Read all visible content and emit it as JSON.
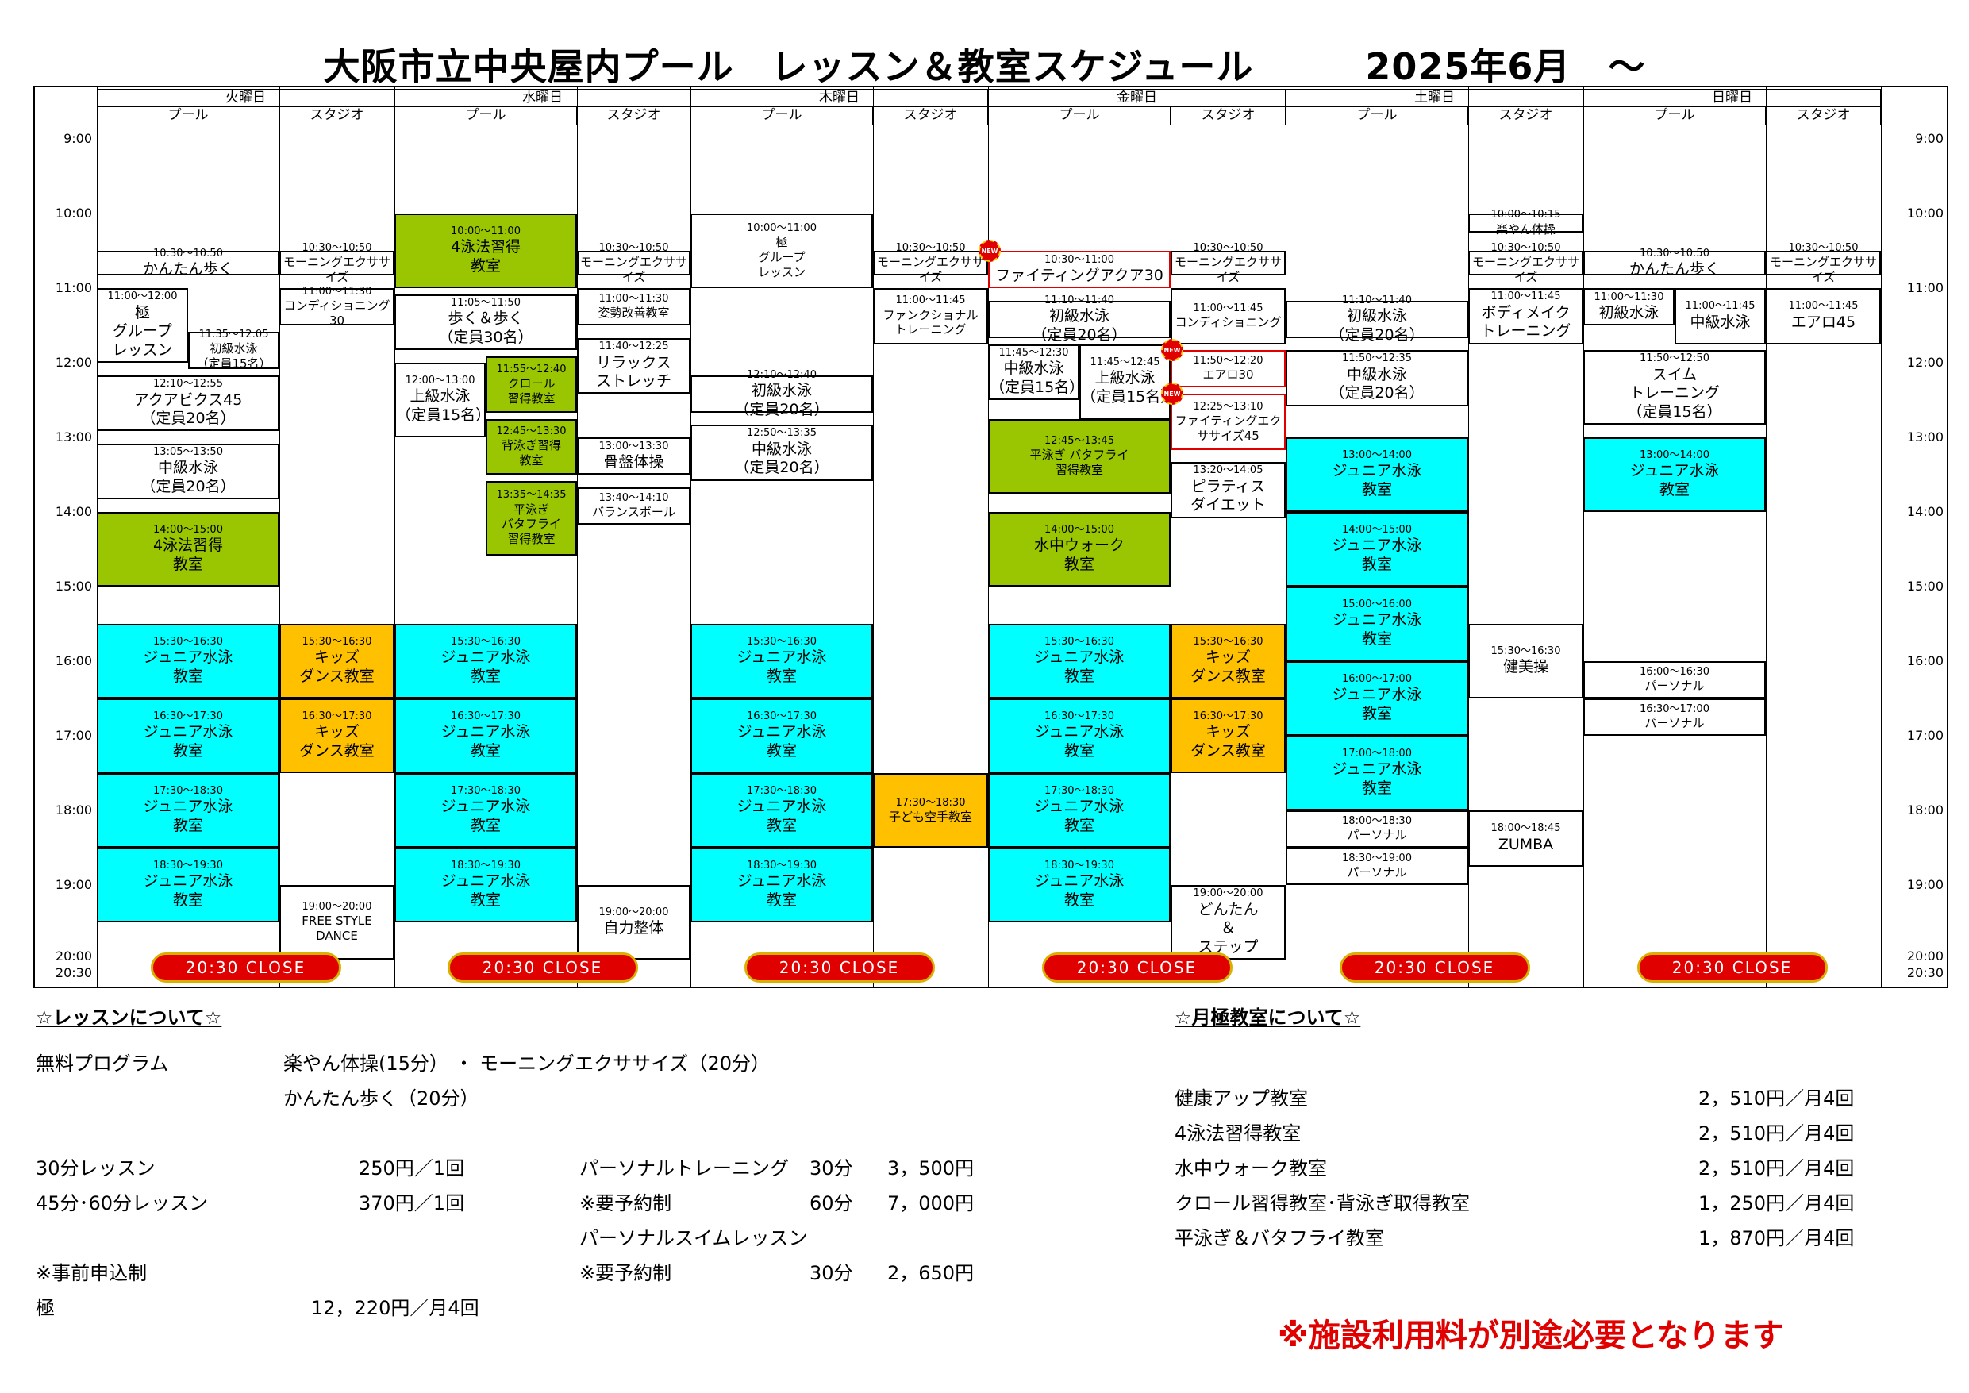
{
  "title": "大阪市立中央屋内プール　レッスン＆教室スケジュール　　　2025年6月　～",
  "days": [
    "火曜日",
    "水曜日",
    "木曜日",
    "金曜日",
    "土曜日",
    "日曜日"
  ],
  "sub": {
    "pool": "プール",
    "studio": "スタジオ"
  },
  "times": [
    "9:00",
    "10:00",
    "11:00",
    "12:00",
    "13:00",
    "14:00",
    "15:00",
    "16:00",
    "17:00",
    "18:00",
    "19:00",
    "20:00",
    "20:30"
  ],
  "close_label": "20:30  CLOSE",
  "new_label": "NEW",
  "colors": {
    "green": "#99c600",
    "cyan": "#00ffff",
    "orange": "#ffc000",
    "red": "#e00000"
  },
  "events": [
    {
      "c": 0,
      "t": "10:30〜10:50",
      "n": "かんたん歩く",
      "s": 10.5,
      "e": 10.83
    },
    {
      "c": 0,
      "t": "11:00〜12:00",
      "n": "極\nグループ\nレッスン",
      "s": 11.0,
      "e": 12.0,
      "sp": "l"
    },
    {
      "c": 0,
      "t": "11:35〜12:05",
      "n": "初級水泳\n（定員15名）",
      "s": 11.58,
      "e": 12.08,
      "sp": "r",
      "small": true
    },
    {
      "c": 0,
      "t": "12:10〜12:55",
      "n": "アクアビクス45\n（定員20名）",
      "s": 12.17,
      "e": 12.92
    },
    {
      "c": 0,
      "t": "13:05〜13:50",
      "n": "中級水泳\n（定員20名）",
      "s": 13.08,
      "e": 13.83
    },
    {
      "c": 0,
      "t": "14:00〜15:00",
      "n": "4泳法習得\n教室",
      "s": 14.0,
      "e": 15.0,
      "col": "green"
    },
    {
      "c": 0,
      "t": "15:30〜16:30",
      "n": "ジュニア水泳\n教室",
      "s": 15.5,
      "e": 16.5,
      "col": "cyan"
    },
    {
      "c": 0,
      "t": "16:30〜17:30",
      "n": "ジュニア水泳\n教室",
      "s": 16.5,
      "e": 17.5,
      "col": "cyan"
    },
    {
      "c": 0,
      "t": "17:30〜18:30",
      "n": "ジュニア水泳\n教室",
      "s": 17.5,
      "e": 18.5,
      "col": "cyan"
    },
    {
      "c": 0,
      "t": "18:30〜19:30",
      "n": "ジュニア水泳\n教室",
      "s": 18.5,
      "e": 19.5,
      "col": "cyan"
    },
    {
      "c": 1,
      "t": "10:30〜10:50",
      "n": "モーニングエクササイズ",
      "s": 10.5,
      "e": 10.83,
      "small": true
    },
    {
      "c": 1,
      "t": "11:00〜11:30",
      "n": "コンディショニング30",
      "s": 11.0,
      "e": 11.5,
      "small": true
    },
    {
      "c": 1,
      "t": "15:30〜16:30",
      "n": "キッズ\nダンス教室",
      "s": 15.5,
      "e": 16.5,
      "col": "orange"
    },
    {
      "c": 1,
      "t": "16:30〜17:30",
      "n": "キッズ\nダンス教室",
      "s": 16.5,
      "e": 17.5,
      "col": "orange"
    },
    {
      "c": 1,
      "t": "19:00〜20:00",
      "n": "FREE STYLE\nDANCE",
      "s": 19.0,
      "e": 20.0,
      "small": true
    },
    {
      "c": 2,
      "t": "10:00〜11:00",
      "n": "4泳法習得\n教室",
      "s": 10.0,
      "e": 11.0,
      "col": "green"
    },
    {
      "c": 2,
      "t": "11:05〜11:50",
      "n": "歩く＆歩く\n（定員30名）",
      "s": 11.08,
      "e": 11.83
    },
    {
      "c": 2,
      "t": "12:00〜13:00",
      "n": "上級水泳\n（定員15名）",
      "s": 12.0,
      "e": 13.0,
      "sp": "l"
    },
    {
      "c": 2,
      "t": "11:55〜12:40",
      "n": "クロール\n習得教室",
      "s": 11.92,
      "e": 12.67,
      "sp": "r",
      "col": "green",
      "small": true
    },
    {
      "c": 2,
      "t": "12:45〜13:30",
      "n": "背泳ぎ習得\n教室",
      "s": 12.75,
      "e": 13.5,
      "sp": "r",
      "col": "green",
      "small": true
    },
    {
      "c": 2,
      "t": "13:35〜14:35",
      "n": "平泳ぎ\nバタフライ\n習得教室",
      "s": 13.58,
      "e": 14.58,
      "sp": "r",
      "col": "green",
      "small": true
    },
    {
      "c": 2,
      "t": "15:30〜16:30",
      "n": "ジュニア水泳\n教室",
      "s": 15.5,
      "e": 16.5,
      "col": "cyan"
    },
    {
      "c": 2,
      "t": "16:30〜17:30",
      "n": "ジュニア水泳\n教室",
      "s": 16.5,
      "e": 17.5,
      "col": "cyan"
    },
    {
      "c": 2,
      "t": "17:30〜18:30",
      "n": "ジュニア水泳\n教室",
      "s": 17.5,
      "e": 18.5,
      "col": "cyan"
    },
    {
      "c": 2,
      "t": "18:30〜19:30",
      "n": "ジュニア水泳\n教室",
      "s": 18.5,
      "e": 19.5,
      "col": "cyan"
    },
    {
      "c": 3,
      "t": "10:30〜10:50",
      "n": "モーニングエクササイズ",
      "s": 10.5,
      "e": 10.83,
      "small": true
    },
    {
      "c": 3,
      "t": "11:00〜11:30",
      "n": "姿勢改善教室",
      "s": 11.0,
      "e": 11.5,
      "small": true
    },
    {
      "c": 3,
      "t": "11:40〜12:25",
      "n": "リラックス\nストレッチ",
      "s": 11.67,
      "e": 12.42
    },
    {
      "c": 3,
      "t": "13:00〜13:30",
      "n": "骨盤体操",
      "s": 13.0,
      "e": 13.5
    },
    {
      "c": 3,
      "t": "13:40〜14:10",
      "n": "バランスボール",
      "s": 13.67,
      "e": 14.17,
      "small": true
    },
    {
      "c": 3,
      "t": "19:00〜20:00",
      "n": "自力整体",
      "s": 19.0,
      "e": 20.0
    },
    {
      "c": 4,
      "t": "10:00〜11:00",
      "n": "極\nグループ\nレッスン",
      "s": 10.0,
      "e": 11.0,
      "small": true
    },
    {
      "c": 4,
      "t": "12:10〜12:40",
      "n": "初級水泳\n（定員20名）",
      "s": 12.17,
      "e": 12.67
    },
    {
      "c": 4,
      "t": "12:50〜13:35",
      "n": "中級水泳\n（定員20名）",
      "s": 12.83,
      "e": 13.58
    },
    {
      "c": 4,
      "t": "15:30〜16:30",
      "n": "ジュニア水泳\n教室",
      "s": 15.5,
      "e": 16.5,
      "col": "cyan"
    },
    {
      "c": 4,
      "t": "16:30〜17:30",
      "n": "ジュニア水泳\n教室",
      "s": 16.5,
      "e": 17.5,
      "col": "cyan"
    },
    {
      "c": 4,
      "t": "17:30〜18:30",
      "n": "ジュニア水泳\n教室",
      "s": 17.5,
      "e": 18.5,
      "col": "cyan"
    },
    {
      "c": 4,
      "t": "18:30〜19:30",
      "n": "ジュニア水泳\n教室",
      "s": 18.5,
      "e": 19.5,
      "col": "cyan"
    },
    {
      "c": 5,
      "t": "10:30〜10:50",
      "n": "モーニングエクササイズ",
      "s": 10.5,
      "e": 10.83,
      "small": true
    },
    {
      "c": 5,
      "t": "11:00〜11:45",
      "n": "ファンクショナル\nトレーニング",
      "s": 11.0,
      "e": 11.75,
      "small": true
    },
    {
      "c": 5,
      "t": "17:30〜18:30",
      "n": "子ども空手教室",
      "s": 17.5,
      "e": 18.5,
      "col": "orange",
      "small": true
    },
    {
      "c": 6,
      "t": "10:30〜11:00",
      "n": "ファイティングアクア30",
      "s": 10.5,
      "e": 11.0,
      "red": true,
      "new": true
    },
    {
      "c": 6,
      "t": "11:10〜11:40",
      "n": "初級水泳\n（定員20名）",
      "s": 11.17,
      "e": 11.67
    },
    {
      "c": 6,
      "t": "11:45〜12:30",
      "n": "中級水泳\n（定員15名）",
      "s": 11.75,
      "e": 12.5,
      "sp": "l"
    },
    {
      "c": 6,
      "t": "11:45〜12:45",
      "n": "上級水泳\n（定員15名）",
      "s": 11.75,
      "e": 12.75,
      "sp": "r"
    },
    {
      "c": 6,
      "t": "12:45〜13:45",
      "n": "平泳ぎ バタフライ\n習得教室",
      "s": 12.75,
      "e": 13.75,
      "col": "green",
      "small": true
    },
    {
      "c": 6,
      "t": "14:00〜15:00",
      "n": "水中ウォーク\n教室",
      "s": 14.0,
      "e": 15.0,
      "col": "green"
    },
    {
      "c": 6,
      "t": "15:30〜16:30",
      "n": "ジュニア水泳\n教室",
      "s": 15.5,
      "e": 16.5,
      "col": "cyan"
    },
    {
      "c": 6,
      "t": "16:30〜17:30",
      "n": "ジュニア水泳\n教室",
      "s": 16.5,
      "e": 17.5,
      "col": "cyan"
    },
    {
      "c": 6,
      "t": "17:30〜18:30",
      "n": "ジュニア水泳\n教室",
      "s": 17.5,
      "e": 18.5,
      "col": "cyan"
    },
    {
      "c": 6,
      "t": "18:30〜19:30",
      "n": "ジュニア水泳\n教室",
      "s": 18.5,
      "e": 19.5,
      "col": "cyan"
    },
    {
      "c": 7,
      "t": "10:30〜10:50",
      "n": "モーニングエクササイズ",
      "s": 10.5,
      "e": 10.83,
      "small": true
    },
    {
      "c": 7,
      "t": "11:00〜11:45",
      "n": "コンディショニング",
      "s": 11.0,
      "e": 11.75,
      "small": true
    },
    {
      "c": 7,
      "t": "11:50〜12:20",
      "n": "エアロ30",
      "s": 11.83,
      "e": 12.33,
      "red": true,
      "new": true,
      "small": true
    },
    {
      "c": 7,
      "t": "12:25〜13:10",
      "n": "ファイティングエク\nササイズ45",
      "s": 12.42,
      "e": 13.17,
      "red": true,
      "new": true,
      "small": true
    },
    {
      "c": 7,
      "t": "13:20〜14:05",
      "n": "ピラティス\nダイエット",
      "s": 13.33,
      "e": 14.08
    },
    {
      "c": 7,
      "t": "15:30〜16:30",
      "n": "キッズ\nダンス教室",
      "s": 15.5,
      "e": 16.5,
      "col": "orange"
    },
    {
      "c": 7,
      "t": "16:30〜17:30",
      "n": "キッズ\nダンス教室",
      "s": 16.5,
      "e": 17.5,
      "col": "orange"
    },
    {
      "c": 7,
      "t": "19:00〜20:00",
      "n": "どんたん\n＆\nステップ",
      "s": 19.0,
      "e": 20.0
    },
    {
      "c": 8,
      "t": "11:10〜11:40",
      "n": "初級水泳\n（定員20名）",
      "s": 11.17,
      "e": 11.67
    },
    {
      "c": 8,
      "t": "11:50〜12:35",
      "n": "中級水泳\n（定員20名）",
      "s": 11.83,
      "e": 12.58
    },
    {
      "c": 8,
      "t": "13:00〜14:00",
      "n": "ジュニア水泳\n教室",
      "s": 13.0,
      "e": 14.0,
      "col": "cyan"
    },
    {
      "c": 8,
      "t": "14:00〜15:00",
      "n": "ジュニア水泳\n教室",
      "s": 14.0,
      "e": 15.0,
      "col": "cyan"
    },
    {
      "c": 8,
      "t": "15:00〜16:00",
      "n": "ジュニア水泳\n教室",
      "s": 15.0,
      "e": 16.0,
      "col": "cyan"
    },
    {
      "c": 8,
      "t": "16:00〜17:00",
      "n": "ジュニア水泳\n教室",
      "s": 16.0,
      "e": 17.0,
      "col": "cyan"
    },
    {
      "c": 8,
      "t": "17:00〜18:00",
      "n": "ジュニア水泳\n教室",
      "s": 17.0,
      "e": 18.0,
      "col": "cyan"
    },
    {
      "c": 8,
      "t": "18:00〜18:30",
      "n": "パーソナル",
      "s": 18.0,
      "e": 18.5,
      "small": true
    },
    {
      "c": 8,
      "t": "18:30〜19:00",
      "n": "パーソナル",
      "s": 18.5,
      "e": 19.0,
      "small": true
    },
    {
      "c": 9,
      "t": "10:00〜10:15",
      "n": "楽やん体操",
      "s": 10.0,
      "e": 10.25,
      "small": true
    },
    {
      "c": 9,
      "t": "10:30〜10:50",
      "n": "モーニングエクササイズ",
      "s": 10.5,
      "e": 10.83,
      "small": true
    },
    {
      "c": 9,
      "t": "11:00〜11:45",
      "n": "ボディメイク\nトレーニング",
      "s": 11.0,
      "e": 11.75
    },
    {
      "c": 9,
      "t": "15:30〜16:30",
      "n": "健美操",
      "s": 15.5,
      "e": 16.5
    },
    {
      "c": 9,
      "t": "18:00〜18:45",
      "n": "ZUMBA",
      "s": 18.0,
      "e": 18.75
    },
    {
      "c": 10,
      "t": "10:30〜10:50",
      "n": "かんたん歩く",
      "s": 10.5,
      "e": 10.83
    },
    {
      "c": 10,
      "t": "11:00〜11:30",
      "n": "初級水泳",
      "s": 11.0,
      "e": 11.5,
      "sp": "l"
    },
    {
      "c": 10,
      "t": "11:00〜11:45",
      "n": "中級水泳",
      "s": 11.0,
      "e": 11.75,
      "sp": "r"
    },
    {
      "c": 10,
      "t": "11:50〜12:50",
      "n": "スイム\nトレーニング\n（定員15名）",
      "s": 11.83,
      "e": 12.83
    },
    {
      "c": 10,
      "t": "13:00〜14:00",
      "n": "ジュニア水泳\n教室",
      "s": 13.0,
      "e": 14.0,
      "col": "cyan"
    },
    {
      "c": 10,
      "t": "16:00〜16:30",
      "n": "パーソナル",
      "s": 16.0,
      "e": 16.5,
      "small": true
    },
    {
      "c": 10,
      "t": "16:30〜17:00",
      "n": "パーソナル",
      "s": 16.5,
      "e": 17.0,
      "small": true
    },
    {
      "c": 11,
      "t": "10:30〜10:50",
      "n": "モーニングエクササイズ",
      "s": 10.5,
      "e": 10.83,
      "small": true
    },
    {
      "c": 11,
      "t": "11:00〜11:45",
      "n": "エアロ45",
      "s": 11.0,
      "e": 11.75
    }
  ],
  "lesson_info": {
    "heading": "☆レッスンについて☆",
    "free_label": "無料プログラム",
    "free_line1": "楽やん体操(15分） ・ モーニングエクササイズ（20分）",
    "free_line2": "かんたん歩く（20分）",
    "row1_name": "30分レッスン",
    "row1_price": "250円／1回",
    "row2_name": "45分･60分レッスン",
    "row2_price": "370円／1回",
    "pt_label": "パーソナルトレーニング",
    "pt_30": "30分",
    "pt_30_price": "3，500円",
    "reserve": "※要予約制",
    "pt_60": "60分",
    "pt_60_price": "7，000円",
    "swim_label": "パーソナルスイムレッスン",
    "swim_30": "30分",
    "swim_30_price": "2，650円",
    "pre_apply": "※事前申込制",
    "goku_label": "極",
    "goku_price": "12，220円／月4回"
  },
  "monthly_info": {
    "heading": "☆月極教室について☆",
    "items": [
      {
        "name": "健康アップ教室",
        "price": "2，510円／月4回"
      },
      {
        "name": "4泳法習得教室",
        "price": "2，510円／月4回"
      },
      {
        "name": "水中ウォーク教室",
        "price": "2，510円／月4回"
      },
      {
        "name": "クロール習得教室･背泳ぎ取得教室",
        "price": "1，250円／月4回"
      },
      {
        "name": "平泳ぎ＆バタフライ教室",
        "price": "1，870円／月4回"
      }
    ]
  },
  "facility_note": "※施設利用料が別途必要となります"
}
